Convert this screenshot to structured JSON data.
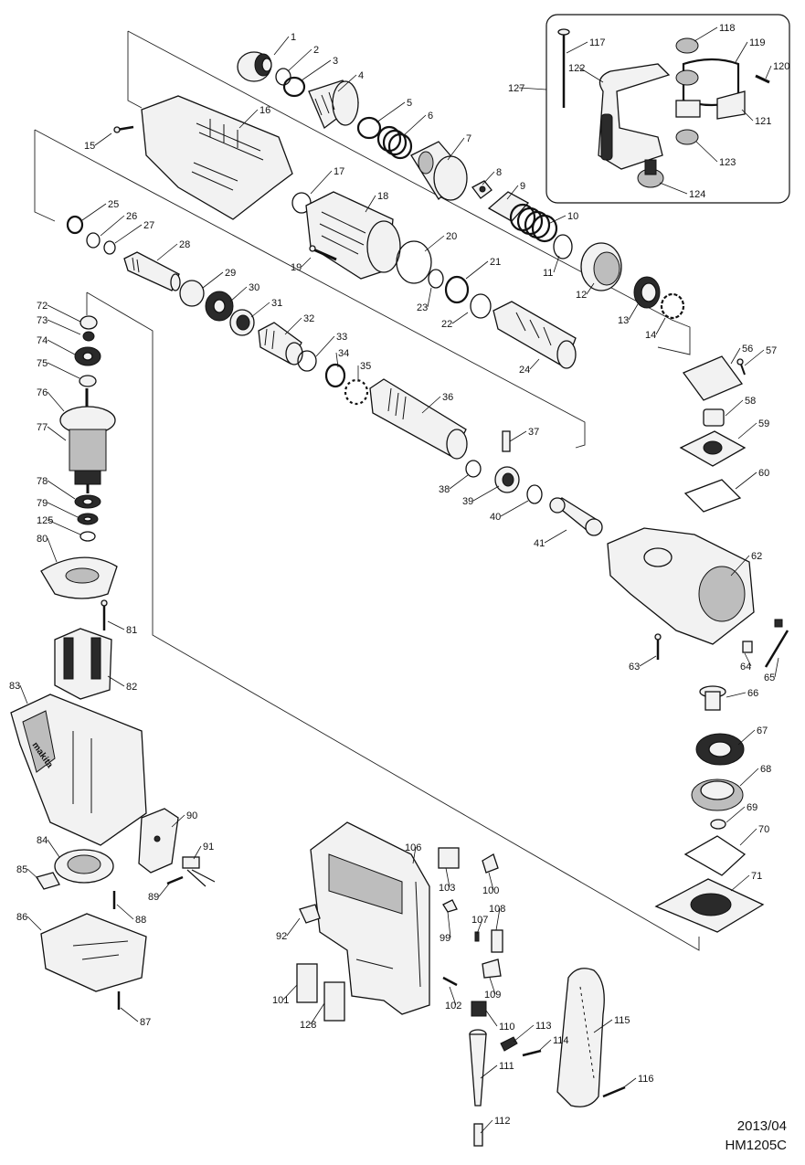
{
  "footer": {
    "date": "2013/04",
    "model": "HM1205C"
  },
  "housing_brand": "makita",
  "inset_labels": [
    "117",
    "118",
    "119",
    "120",
    "121",
    "122",
    "123",
    "124",
    "127"
  ],
  "parts": [
    {
      "n": "1"
    },
    {
      "n": "2"
    },
    {
      "n": "3"
    },
    {
      "n": "4"
    },
    {
      "n": "5"
    },
    {
      "n": "6"
    },
    {
      "n": "7"
    },
    {
      "n": "8"
    },
    {
      "n": "9"
    },
    {
      "n": "10"
    },
    {
      "n": "11"
    },
    {
      "n": "12"
    },
    {
      "n": "13"
    },
    {
      "n": "14"
    },
    {
      "n": "15"
    },
    {
      "n": "16"
    },
    {
      "n": "17"
    },
    {
      "n": "18"
    },
    {
      "n": "19"
    },
    {
      "n": "20"
    },
    {
      "n": "21"
    },
    {
      "n": "22"
    },
    {
      "n": "23"
    },
    {
      "n": "24"
    },
    {
      "n": "25"
    },
    {
      "n": "26"
    },
    {
      "n": "27"
    },
    {
      "n": "28"
    },
    {
      "n": "29"
    },
    {
      "n": "30"
    },
    {
      "n": "31"
    },
    {
      "n": "32"
    },
    {
      "n": "33"
    },
    {
      "n": "34"
    },
    {
      "n": "35"
    },
    {
      "n": "36"
    },
    {
      "n": "37"
    },
    {
      "n": "38"
    },
    {
      "n": "39"
    },
    {
      "n": "40"
    },
    {
      "n": "41"
    },
    {
      "n": "56"
    },
    {
      "n": "57"
    },
    {
      "n": "58"
    },
    {
      "n": "59"
    },
    {
      "n": "60"
    },
    {
      "n": "62"
    },
    {
      "n": "63"
    },
    {
      "n": "64"
    },
    {
      "n": "65"
    },
    {
      "n": "66"
    },
    {
      "n": "67"
    },
    {
      "n": "68"
    },
    {
      "n": "69"
    },
    {
      "n": "70"
    },
    {
      "n": "71"
    },
    {
      "n": "72"
    },
    {
      "n": "73"
    },
    {
      "n": "74"
    },
    {
      "n": "75"
    },
    {
      "n": "76"
    },
    {
      "n": "77"
    },
    {
      "n": "78"
    },
    {
      "n": "79"
    },
    {
      "n": "125"
    },
    {
      "n": "80"
    },
    {
      "n": "81"
    },
    {
      "n": "82"
    },
    {
      "n": "83"
    },
    {
      "n": "84"
    },
    {
      "n": "85"
    },
    {
      "n": "86"
    },
    {
      "n": "87"
    },
    {
      "n": "88"
    },
    {
      "n": "89"
    },
    {
      "n": "90"
    },
    {
      "n": "91"
    },
    {
      "n": "92"
    },
    {
      "n": "99"
    },
    {
      "n": "100"
    },
    {
      "n": "101"
    },
    {
      "n": "102"
    },
    {
      "n": "103"
    },
    {
      "n": "106"
    },
    {
      "n": "107"
    },
    {
      "n": "108"
    },
    {
      "n": "109"
    },
    {
      "n": "110"
    },
    {
      "n": "111"
    },
    {
      "n": "112"
    },
    {
      "n": "113"
    },
    {
      "n": "114"
    },
    {
      "n": "115"
    },
    {
      "n": "116"
    },
    {
      "n": "128"
    }
  ]
}
